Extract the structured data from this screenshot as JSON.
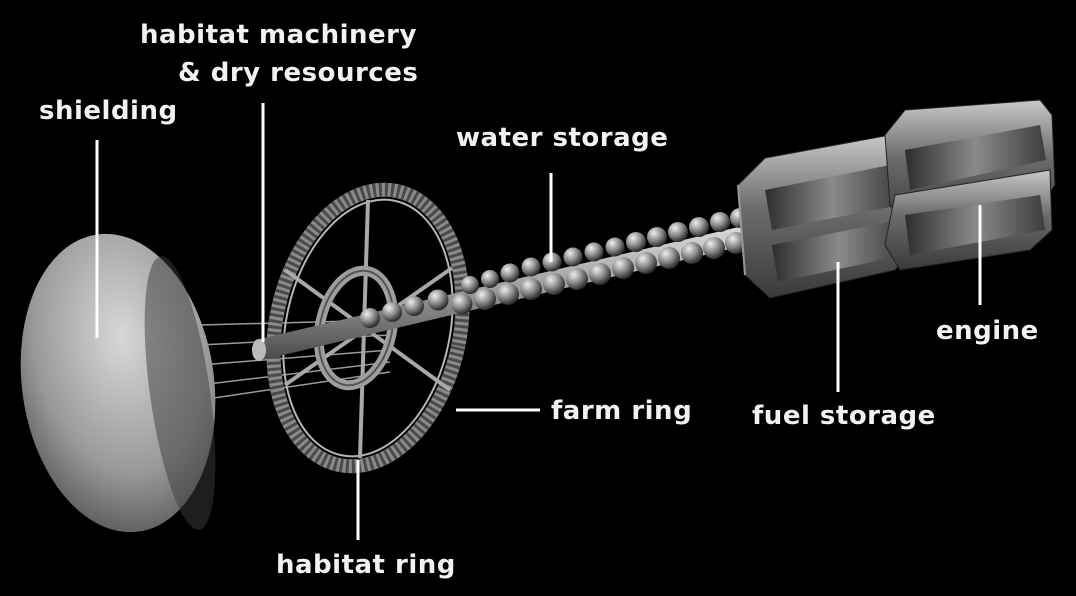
{
  "labels": {
    "habitat_machinery": "habitat machinery",
    "dry_resources": "& dry resources",
    "shielding": "shielding",
    "water_storage": "water storage",
    "engine": "engine",
    "farm_ring": "farm ring",
    "fuel_storage": "fuel storage",
    "habitat_ring": "habitat ring"
  },
  "colors": {
    "background": "#000000",
    "text": "#f2f2f2",
    "leader": "#ffffff",
    "metal_light": "#d9d9d9",
    "metal_mid": "#8c8c8c",
    "metal_dark": "#3a3a3a"
  }
}
